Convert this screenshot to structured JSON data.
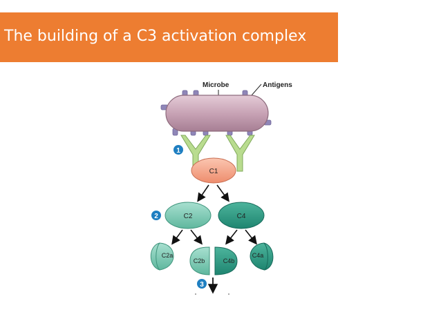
{
  "slide": {
    "title": "The building of a C3 activation complex",
    "accent_color": "#ED7D31"
  },
  "diagram": {
    "labels": {
      "microbe": "Microbe",
      "antigens": "Antigens",
      "c1": "C1",
      "c2": "C2",
      "c4": "C4",
      "c2a": "C2a",
      "c2b": "C2b",
      "c4b": "C4b",
      "c4a": "C4a"
    },
    "steps": [
      "1",
      "2",
      "3"
    ],
    "colors": {
      "microbe_fill": "#C8A3B5",
      "antigen_fill": "#8F86B8",
      "antibody_fill": "#B9DC8F",
      "c1_fill": "#F6A98C",
      "c2_fill": "#7ECBB6",
      "c4_fill": "#2E9C86",
      "step_badge": "#1F7FC1"
    }
  }
}
